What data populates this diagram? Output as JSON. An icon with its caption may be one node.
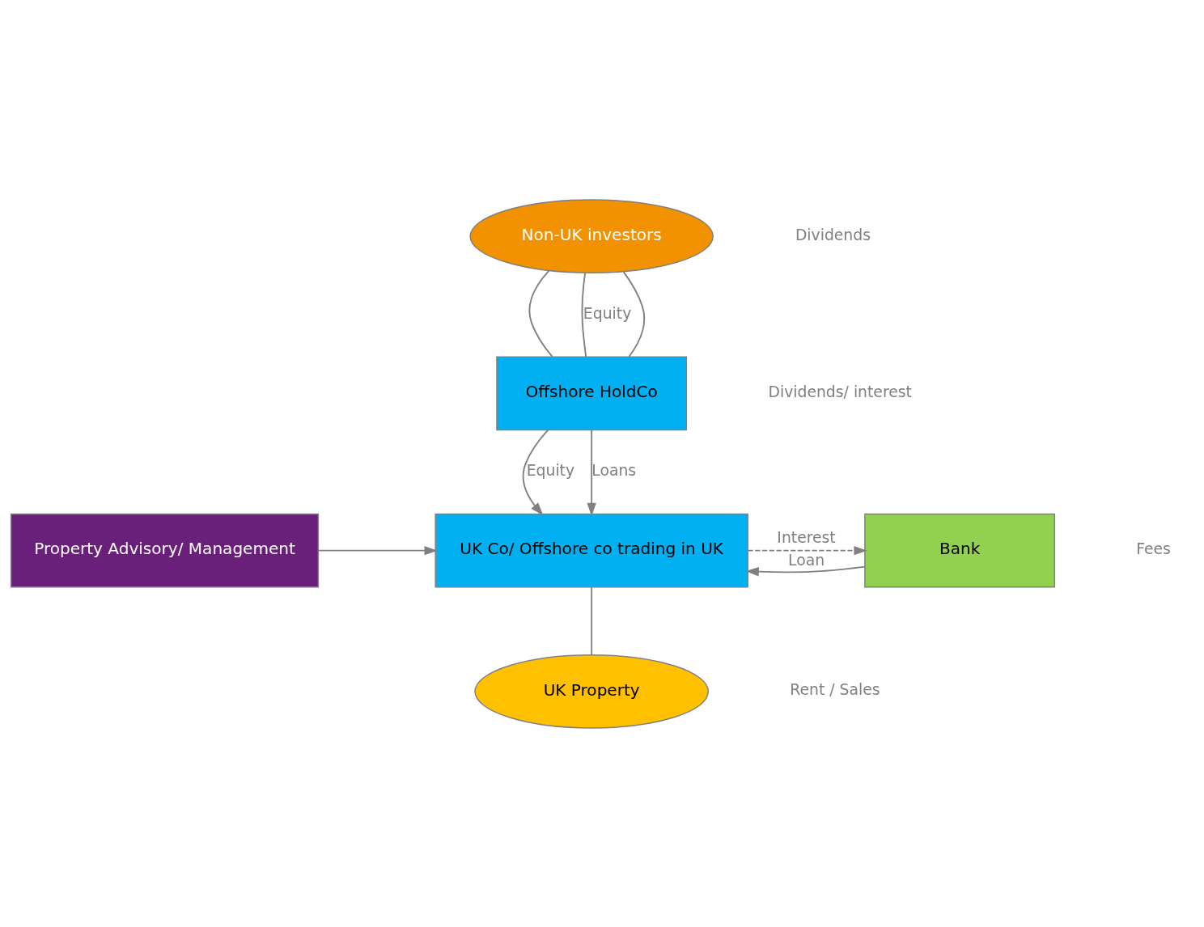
{
  "diagram": {
    "nodes": [
      {
        "text": [
          "Non-UK investors"
        ]
      },
      {
        "text": [
          "Offshore HoldCo"
        ]
      },
      {
        "text": [
          "UK Co/ Offshore co trading in UK"
        ]
      },
      {
        "text": [
          "Property Advisory/ Management"
        ]
      },
      {
        "text": [
          "Bank"
        ]
      },
      {
        "text": [
          "UK Property"
        ]
      }
    ],
    "edges": [
      {
        "from": 0,
        "to": 1,
        "arrow": "none"
      },
      {
        "from": 0,
        "to": 1,
        "arrow": "none",
        "label": "Equity"
      },
      {
        "from": 0,
        "to": 1,
        "arrow": "none"
      },
      {
        "from": 1,
        "to": 2,
        "arrow": "to",
        "label": "Equity"
      },
      {
        "from": 1,
        "to": 2,
        "arrow": "to",
        "label": "Loans"
      },
      {
        "from": 3,
        "to": 2,
        "arrow": "to"
      },
      {
        "from": 4,
        "to": 2,
        "arrow": "to",
        "label": "Loan"
      },
      {
        "from": 2,
        "to": 4,
        "arrow": "to",
        "label": "Interest",
        "style": "dashed"
      },
      {
        "from": 2,
        "to": 5,
        "arrow": "none"
      }
    ],
    "labels": [
      "Dividends",
      "Dividends/ interest",
      "Fees",
      "Rent / Sales"
    ]
  }
}
